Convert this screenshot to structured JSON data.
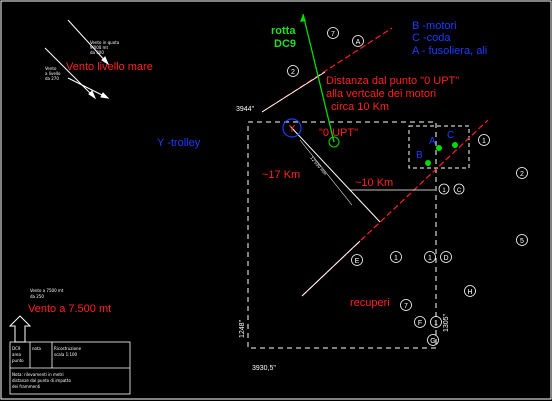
{
  "top_labels": {
    "rotta": "rotta",
    "dc9": "DC9"
  },
  "legend_engine": {
    "line1": "B -motori",
    "line2": "C -coda",
    "line3": "A - fusoliera, ali"
  },
  "annotations": {
    "wind_sea": "Vento livello mare",
    "wind_7500": "Vento a 7.500 mt",
    "y_trolley": "Y -trolley",
    "dist_title_1": "Distanza dal punto \"0 UPT\"",
    "dist_title_2": "alla vertcale dei motori",
    "dist_title_3": "circa 10 Km",
    "zero_upt": "\"0 UPT\"",
    "km17": "~17 Km",
    "km10": "~10 Km",
    "recuperi": "recuperi"
  },
  "dimensions": {
    "top_left": "3944\"",
    "left": "1248\"",
    "bottom": "3930,5\"",
    "right": "1305\"",
    "diag": "12'030 mm"
  },
  "circle_markers": {
    "m7_top": "7",
    "mA_top": "A",
    "m2": "2",
    "mY": "Y",
    "m1_right": "1",
    "m2_right": "2",
    "m1c": "1",
    "mC": "C",
    "m5": "5",
    "mE": "E",
    "m1_mid": "1",
    "m1_mid2": "1",
    "mD": "D",
    "mH": "H",
    "m7_low": "7",
    "mF": "F",
    "m1_low": "1",
    "mG": "G"
  },
  "engine_points": {
    "A": "A",
    "B": "B",
    "C": "C"
  },
  "tiny_text": {
    "wind_top_1": "Vento in quota",
    "wind_top_2": "9'000 mt",
    "wind_top_3": "da 300",
    "wind_sea_1": "Vento",
    "wind_sea_2": "a livello",
    "wind_sea_3": "da 270",
    "wind_low_1": "Vento a 7500 mt",
    "wind_low_2": "da 250",
    "table_1": "Ricostruzione",
    "table_2": "scala 1:100",
    "table_3": "DC9",
    "table_4": "area",
    "table_5": "punto",
    "table_6": "nota",
    "note_1": "Nota: rilevamenti in metri",
    "note_2": "distanze dal punto di impatto",
    "note_3": "dei frammenti"
  },
  "colors": {
    "background": "#000000",
    "white": "#ffffff",
    "red": "#ff2020",
    "blue": "#1a3cff",
    "green": "#00dd00",
    "accent_green_text": "#22dd22"
  }
}
